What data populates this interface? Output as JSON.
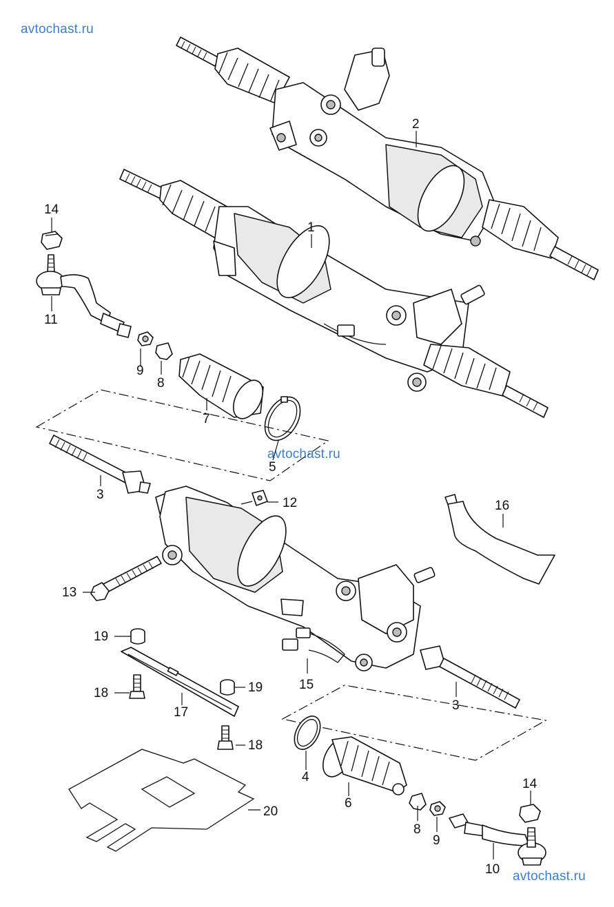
{
  "watermarks": {
    "top": "avtochast.ru",
    "middle": "avtochast.ru",
    "bottom": "avtochast.ru"
  },
  "callouts": {
    "c1": "1",
    "c2": "2",
    "c3a": "3",
    "c3b": "3",
    "c4": "4",
    "c5": "5",
    "c6": "6",
    "c7": "7",
    "c8a": "8",
    "c8b": "8",
    "c9a": "9",
    "c9b": "9",
    "c10": "10",
    "c11": "11",
    "c12": "12",
    "c13": "13",
    "c14a": "14",
    "c14b": "14",
    "c15": "15",
    "c16": "16",
    "c17": "17",
    "c18a": "18",
    "c18b": "18",
    "c19a": "19",
    "c19b": "19",
    "c20": "20"
  },
  "colors": {
    "watermark": "#3a7fd0",
    "ink": "#111111",
    "background": "#ffffff"
  }
}
